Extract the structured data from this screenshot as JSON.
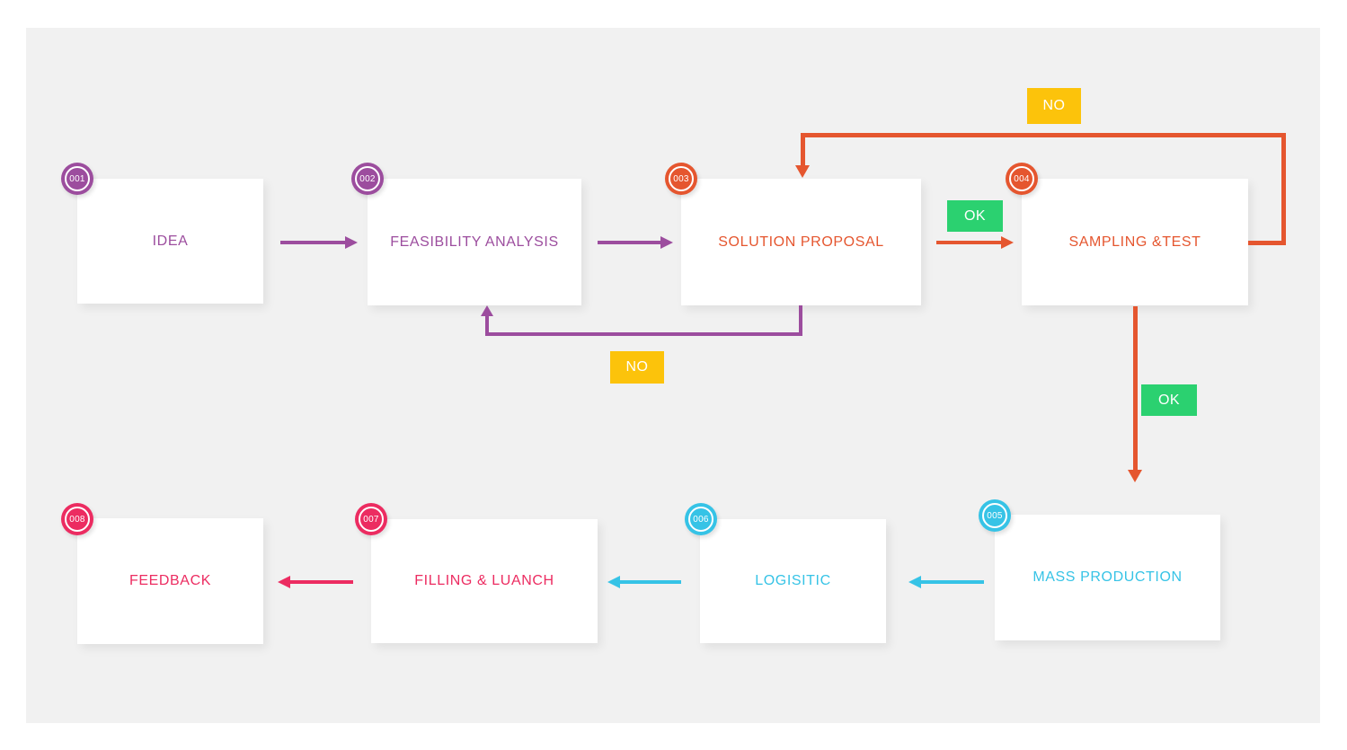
{
  "canvas": {
    "background": "#ffffff",
    "panel_background": "#f1f1f1"
  },
  "colors": {
    "purple": "#9c4d9e",
    "orange": "#e5562f",
    "cyan": "#36c3e6",
    "pink": "#ec2c61",
    "ok_green": "#2bd170",
    "no_yellow": "#fcc30b"
  },
  "nodes": [
    {
      "id": "001",
      "label": "IDEA",
      "color": "purple"
    },
    {
      "id": "002",
      "label": "FEASIBILITY ANALYSIS",
      "color": "purple"
    },
    {
      "id": "003",
      "label": "SOLUTION PROPOSAL",
      "color": "orange"
    },
    {
      "id": "004",
      "label": "SAMPLING &TEST",
      "color": "orange"
    },
    {
      "id": "005",
      "label": "MASS PRODUCTION",
      "color": "cyan"
    },
    {
      "id": "006",
      "label": "LOGISITIC",
      "color": "cyan"
    },
    {
      "id": "007",
      "label": "FILLING & LUANCH",
      "color": "pink"
    },
    {
      "id": "008",
      "label": "FEEDBACK",
      "color": "pink"
    }
  ],
  "edges": [
    {
      "from": "IDEA",
      "to": "FEASIBILITY ANALYSIS",
      "label": "",
      "color": "purple"
    },
    {
      "from": "FEASIBILITY ANALYSIS",
      "to": "SOLUTION PROPOSAL",
      "label": "",
      "color": "purple"
    },
    {
      "from": "SOLUTION PROPOSAL",
      "to": "SAMPLING &TEST",
      "label": "OK",
      "color": "orange"
    },
    {
      "from": "SAMPLING &TEST",
      "to": "SOLUTION PROPOSAL",
      "label": "NO",
      "color": "orange"
    },
    {
      "from": "SOLUTION PROPOSAL",
      "to": "FEASIBILITY ANALYSIS",
      "label": "NO",
      "color": "purple"
    },
    {
      "from": "SAMPLING &TEST",
      "to": "MASS PRODUCTION",
      "label": "OK",
      "color": "orange"
    },
    {
      "from": "MASS PRODUCTION",
      "to": "LOGISITIC",
      "label": "",
      "color": "cyan"
    },
    {
      "from": "LOGISITIC",
      "to": "FILLING & LUANCH",
      "label": "",
      "color": "cyan"
    },
    {
      "from": "FILLING & LUANCH",
      "to": "FEEDBACK",
      "label": "",
      "color": "pink"
    }
  ]
}
